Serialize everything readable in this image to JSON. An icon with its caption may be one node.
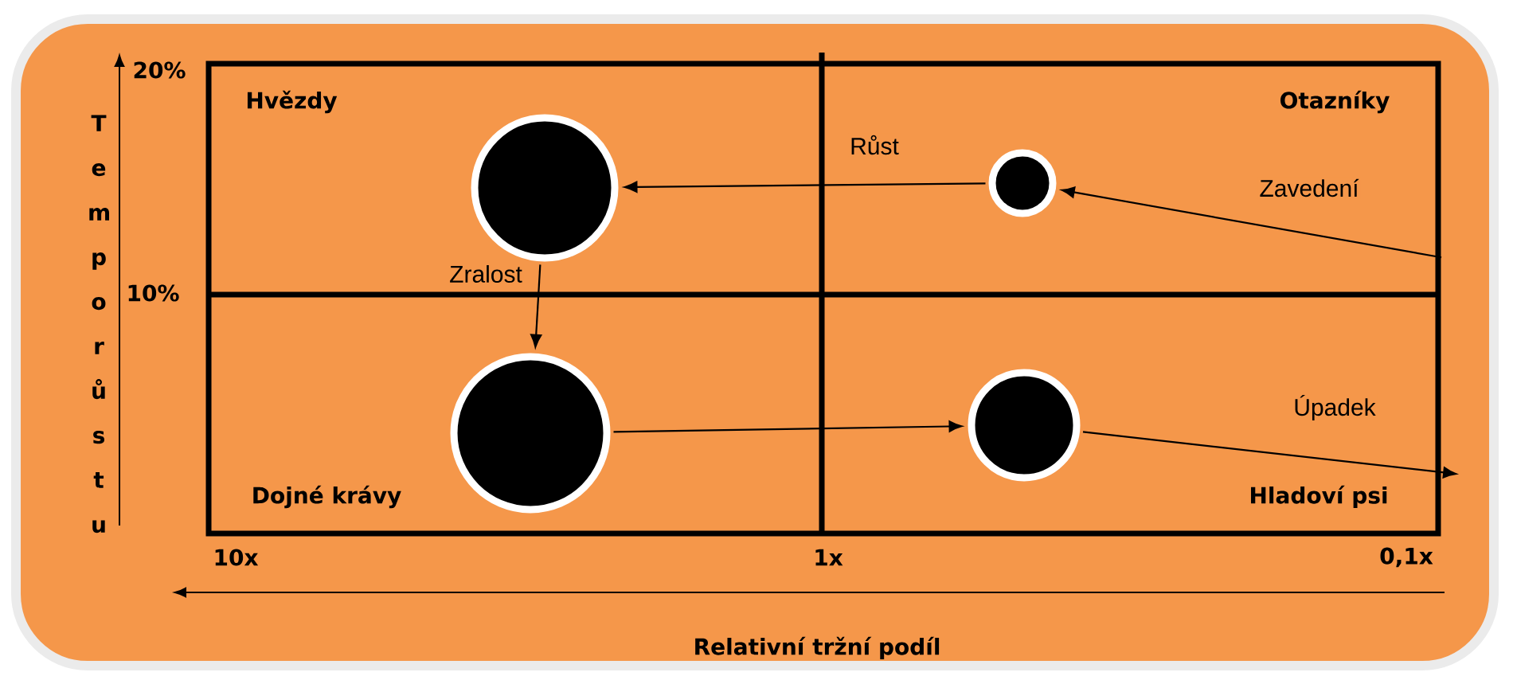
{
  "diagram": {
    "nodes": [
      {
        "text": [],
        "shape": "circle"
      },
      {
        "text": [],
        "shape": "circle"
      },
      {
        "text": [],
        "shape": "circle"
      },
      {
        "text": [],
        "shape": "circle"
      }
    ],
    "edges": [
      {
        "from": null,
        "to": 1,
        "arrow": "to",
        "label": "Zavedení"
      },
      {
        "from": 1,
        "to": 0,
        "arrow": "to",
        "label": "Růst"
      },
      {
        "from": 0,
        "to": 2,
        "arrow": "to",
        "label": "Zralost"
      },
      {
        "from": 2,
        "to": 3,
        "arrow": "to"
      },
      {
        "from": 3,
        "to": null,
        "arrow": "to",
        "label": "Úpadek"
      }
    ],
    "labels": [
      "20%",
      "Hvězdy",
      "Otazníky",
      "Tempo růstu",
      "10%",
      "Dojné krávy",
      "Hladoví psi",
      "10x",
      "1x",
      "0,1x",
      "Relativní tržní podíl"
    ]
  }
}
